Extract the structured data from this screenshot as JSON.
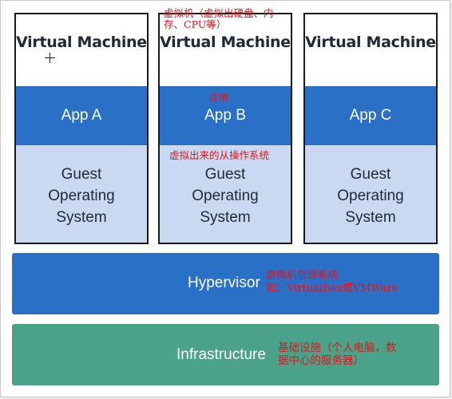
{
  "vms": [
    {
      "title": "Virtual Machine",
      "app": "App A",
      "guest_os": [
        "Guest",
        "Operating",
        "System"
      ]
    },
    {
      "title": "Virtual Machine",
      "app": "App B",
      "guest_os": [
        "Guest",
        "Operating",
        "System"
      ]
    },
    {
      "title": "Virtual Machine",
      "app": "App C",
      "guest_os": [
        "Guest",
        "Operating",
        "System"
      ]
    }
  ],
  "hypervisor": {
    "label": "Hypervisor"
  },
  "infrastructure": {
    "label": "Infrastructure"
  },
  "annotations": {
    "vm": [
      "虚拟机（虚拟出硬盘、内",
      "存、CPU等）"
    ],
    "app": "应用",
    "guest_os": "虚拟出来的从操作系统",
    "hypervisor": [
      "虚拟机管理系统",
      "如：VirtualBox或VMWare"
    ],
    "infrastructure": [
      "基础设施（个人电脑，数",
      "据中心的服务器）"
    ]
  },
  "colors": {
    "app_blue": "#2a70c6",
    "guest_light_blue": "#c9d9f1",
    "infrastructure_green": "#4aa388",
    "annotation_red": "#e4141e",
    "border": "#1a1a1a"
  }
}
